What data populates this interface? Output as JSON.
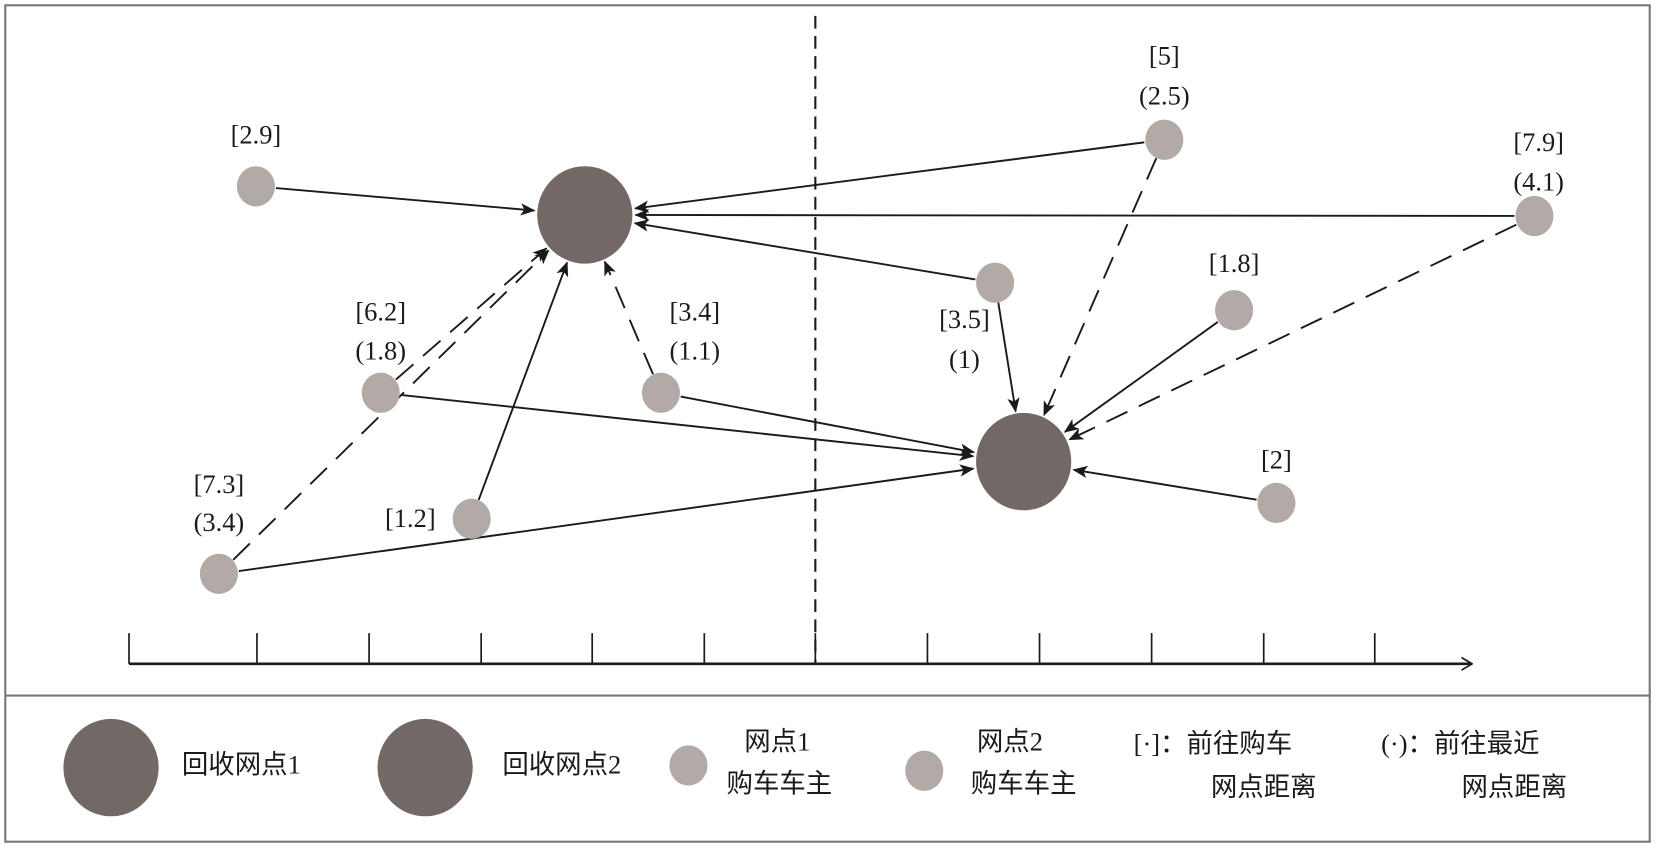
{
  "hubs": [
    {
      "id": "hub1",
      "name": "回收网点1"
    },
    {
      "id": "hub2",
      "name": "回收网点2"
    }
  ],
  "owners": [
    {
      "id": "A",
      "buy_distance": "[2.9]",
      "nearest_distance": ""
    },
    {
      "id": "B",
      "buy_distance": "[5]",
      "nearest_distance": "(2.5)"
    },
    {
      "id": "C",
      "buy_distance": "[7.9]",
      "nearest_distance": "(4.1)"
    },
    {
      "id": "D",
      "buy_distance": "[3.5]",
      "nearest_distance": "(1)"
    },
    {
      "id": "E",
      "buy_distance": "[1.8]",
      "nearest_distance": ""
    },
    {
      "id": "F",
      "buy_distance": "[6.2]",
      "nearest_distance": "(1.8)"
    },
    {
      "id": "G",
      "buy_distance": "[3.4]",
      "nearest_distance": "(1.1)"
    },
    {
      "id": "H",
      "buy_distance": "[1.2]",
      "nearest_distance": ""
    },
    {
      "id": "I",
      "buy_distance": "[7.3]",
      "nearest_distance": "(3.4)"
    },
    {
      "id": "J",
      "buy_distance": "[2]",
      "nearest_distance": ""
    }
  ],
  "edges": [
    {
      "from": "A",
      "to": "hub1",
      "style": "solid"
    },
    {
      "from": "B",
      "to": "hub1",
      "style": "solid"
    },
    {
      "from": "C",
      "to": "hub1",
      "style": "solid"
    },
    {
      "from": "D",
      "to": "hub1",
      "style": "solid"
    },
    {
      "from": "H",
      "to": "hub1",
      "style": "solid"
    },
    {
      "from": "F",
      "to": "hub1",
      "style": "dashed"
    },
    {
      "from": "G",
      "to": "hub1",
      "style": "dashed"
    },
    {
      "from": "I",
      "to": "hub1",
      "style": "dashed"
    },
    {
      "from": "F",
      "to": "hub2",
      "style": "solid"
    },
    {
      "from": "G",
      "to": "hub2",
      "style": "solid"
    },
    {
      "from": "I",
      "to": "hub2",
      "style": "solid"
    },
    {
      "from": "E",
      "to": "hub2",
      "style": "solid"
    },
    {
      "from": "J",
      "to": "hub2",
      "style": "solid"
    },
    {
      "from": "D",
      "to": "hub2",
      "style": "solid"
    },
    {
      "from": "B",
      "to": "hub2",
      "style": "dashed"
    },
    {
      "from": "C",
      "to": "hub2",
      "style": "dashed"
    }
  ],
  "legend": {
    "hub1": "回收网点1",
    "hub2": "回收网点2",
    "owner1_line1": "网点1",
    "owner1_line2": "购车车主",
    "owner2_line1": "网点2",
    "owner2_line2": "购车车主",
    "bracket_line1": "[·]：前往购车",
    "bracket_line2": "网点距离",
    "paren_line1": "(·)：前往最近",
    "paren_line2": "网点距离"
  },
  "colors": {
    "hub": "#726866",
    "owner": "#b1aaa7",
    "line": "#1a1a1a"
  }
}
